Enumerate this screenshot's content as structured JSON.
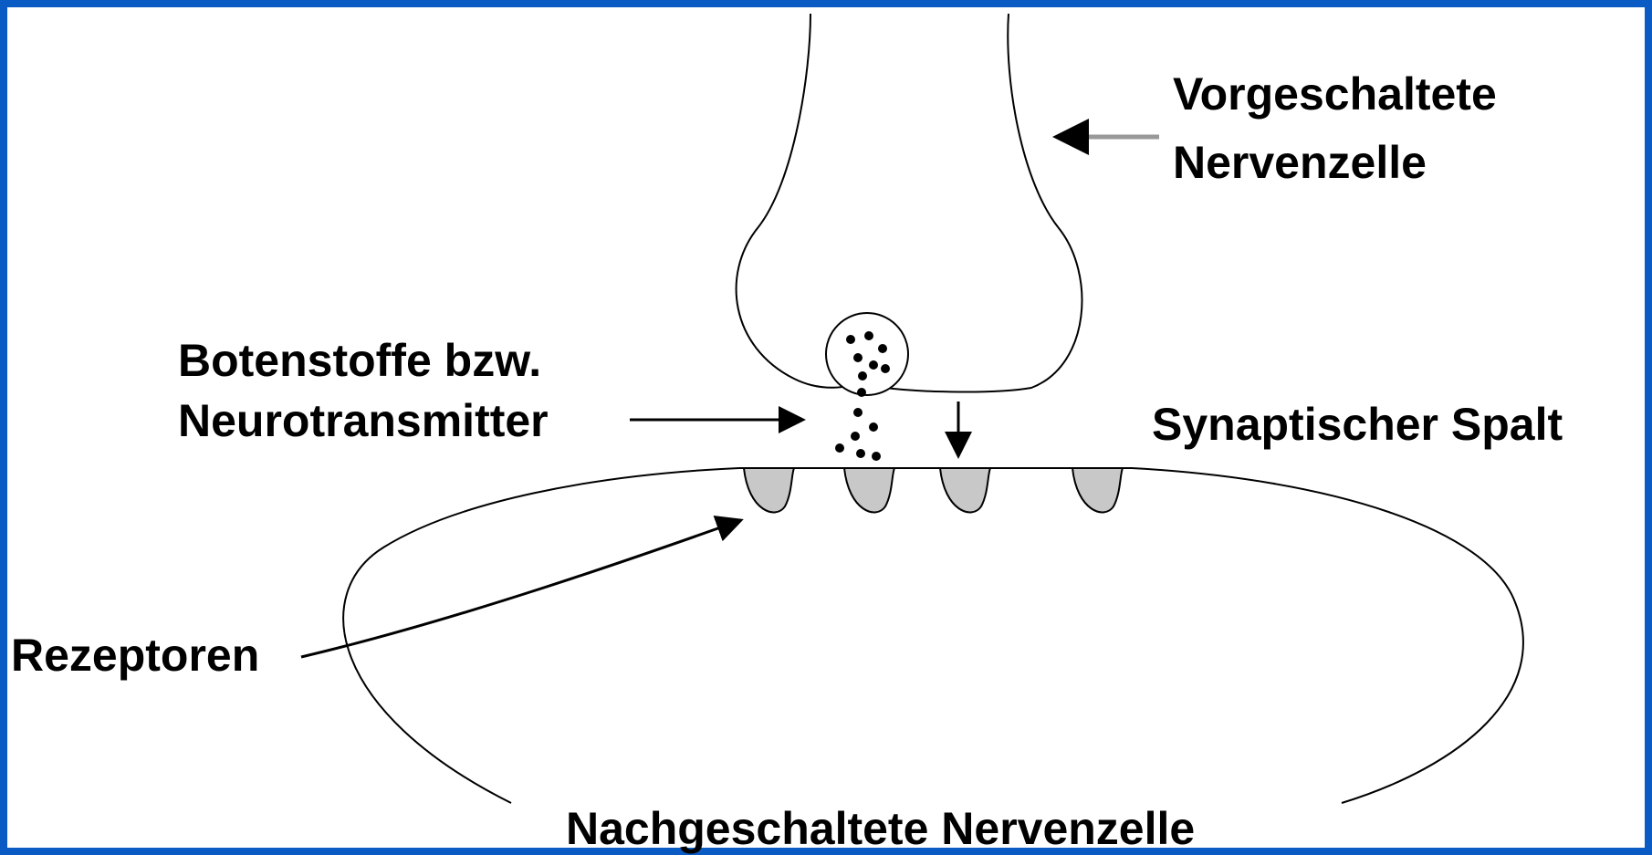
{
  "labels": {
    "presynaptic_line1": "Vorgeschaltete",
    "presynaptic_line2": "Nervenzelle",
    "messenger_line1": "Botenstoffe bzw.",
    "messenger_line2": "Neurotransmitter",
    "cleft": "Synaptischer Spalt",
    "receptors": "Rezeptoren",
    "postsynaptic": "Nachgeschaltete Nervenzelle"
  },
  "colors": {
    "frame": "#0a5bc4",
    "outline": "#000000",
    "receptor_fill": "#c8c8c8",
    "vesicle_dots": "#000000",
    "leader_line": "#999999",
    "background": "#ffffff"
  }
}
